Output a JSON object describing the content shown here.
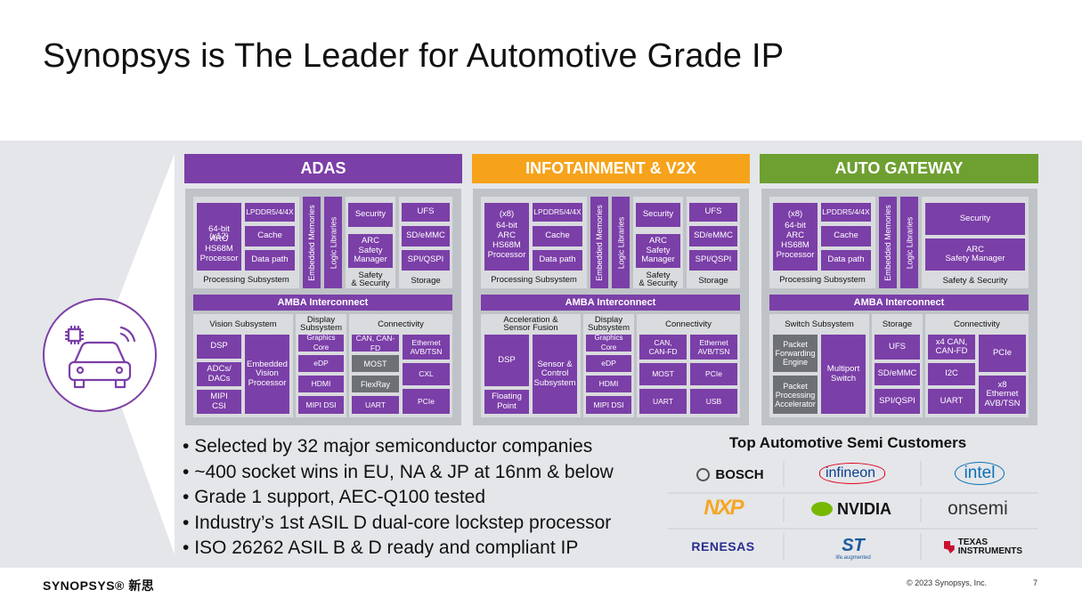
{
  "title": "Synopsys is The Leader for Automotive Grade IP",
  "panels": {
    "adas": {
      "header": "ADAS",
      "color": "#7b3fa8"
    },
    "infotainment": {
      "header": "INFOTAINMENT & V2X",
      "color": "#f6a31b"
    },
    "gateway": {
      "header": "AUTO GATEWAY",
      "color": "#6e9f31"
    }
  },
  "common": {
    "x12": "(x12)",
    "x8": "(x8)",
    "core": "64-bit\nARC\nHS68M\nProcessor",
    "lpddr": "LPDDR5/4/4X",
    "cache": "Cache",
    "datapath": "Data path",
    "proc_sub": "Processing Subsystem",
    "emb_mem": "Embedded Memories",
    "logic_lib": "Logic Libraries",
    "security": "Security",
    "arc_safety": "ARC\nSafety\nManager",
    "arc_safety_gw": "ARC\nSafety Manager",
    "safety_sec": "Safety\n& Security",
    "safety_sec_gw": "Safety & Security",
    "ufs": "UFS",
    "sdemmc": "SD/eMMC",
    "spi": "SPI/QSPI",
    "storage": "Storage",
    "amba": "AMBA Interconnect",
    "connectivity": "Connectivity"
  },
  "adas": {
    "vision": "Vision Subsystem",
    "dsp": "DSP",
    "adcs": "ADCs/\nDACs",
    "mipi_csi": "MIPI\nCSI",
    "evp": "Embedded\nVision\nProcessor",
    "display": "Display\nSubsystem",
    "gfx": "Graphics Core",
    "edp": "eDP",
    "hdmi": "HDMI",
    "mipi_dsi": "MIPI DSI",
    "can": "CAN, CAN-FD",
    "most": "MOST",
    "flexray": "FlexRay",
    "uart": "UART",
    "eth": "Ethernet\nAVB/TSN",
    "cxl": "CXL",
    "pcie": "PCIe"
  },
  "info": {
    "accel": "Acceleration &\nSensor Fusion",
    "dsp": "DSP",
    "fp": "Floating\nPoint",
    "sensor": "Sensor &\nControl\nSubsystem",
    "display": "Display\nSubsystem",
    "gfx": "Graphics Core",
    "edp": "eDP",
    "hdmi": "HDMI",
    "mipi_dsi": "MIPI DSI",
    "can": "CAN,\nCAN-FD",
    "most": "MOST",
    "uart": "UART",
    "eth": "Ethernet\nAVB/TSN",
    "pcie": "PCIe",
    "usb": "USB"
  },
  "gw": {
    "switch": "Switch Subsystem",
    "pfe": "Packet\nForwarding\nEngine",
    "ppa": "Packet\nProcessing\nAccelerator",
    "mps": "Multiport\nSwitch",
    "storage": "Storage",
    "ufs": "UFS",
    "sdemmc": "SD/eMMC",
    "spi": "SPI/QSPI",
    "can": "x4 CAN,\nCAN-FD",
    "i2c": "I2C",
    "uart": "UART",
    "pcie": "PCIe",
    "eth": "x8\nEthernet\nAVB/TSN"
  },
  "bullets": [
    "Selected by 32 major semiconductor companies",
    "~400 socket wins in EU, NA & JP at 16nm & below",
    "Grade 1 support, AEC-Q100 tested",
    "Industry’s 1st ASIL D dual-core lockstep processor",
    "ISO 26262 ASIL B & D ready and compliant IP"
  ],
  "customers": {
    "title": "Top Automotive Semi Customers",
    "bosch": "BOSCH",
    "infineon": "infineon",
    "intel": "intel",
    "nxp": "NXP",
    "nvidia": "NVIDIA",
    "onsemi": "onsemi",
    "renesas": "RENESAS",
    "st": "ST",
    "st_tag": "life.augmented",
    "ti": "TEXAS\nINSTRUMENTS"
  },
  "footer": {
    "logo": "SYNOPSYS® 新思",
    "copyright": "© 2023 Synopsys, Inc.",
    "page": "7"
  }
}
